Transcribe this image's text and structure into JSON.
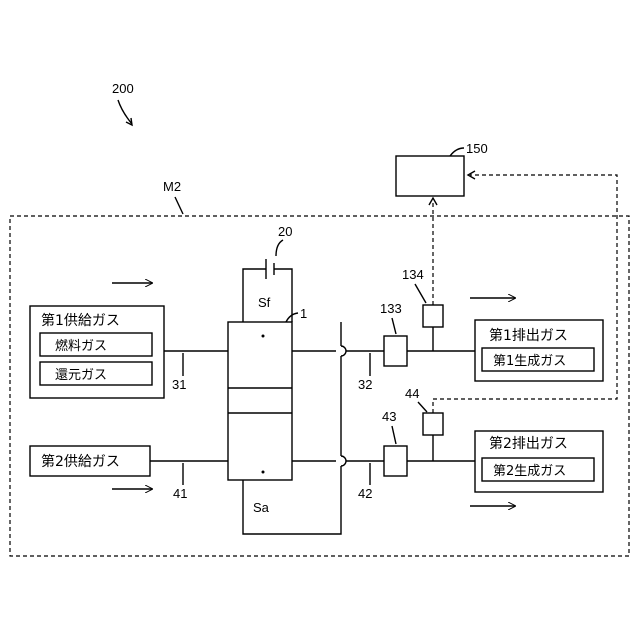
{
  "labels": {
    "system": "200",
    "module": "M2",
    "controller": "150",
    "power": "20",
    "cell": "1",
    "sf": "Sf",
    "sa": "Sa",
    "line31": "31",
    "line32": "32",
    "line41": "41",
    "line42": "42",
    "dev133": "133",
    "dev134": "134",
    "dev43": "43",
    "dev44": "44"
  },
  "boxes": {
    "supply1_title": "第1供給ガス",
    "supply1_item1": "燃料ガス",
    "supply1_item2": "還元ガス",
    "supply2_title": "第2供給ガス",
    "exhaust1_title": "第1排出ガス",
    "exhaust1_item": "第1生成ガス",
    "exhaust2_title": "第2排出ガス",
    "exhaust2_item": "第2生成ガス"
  }
}
